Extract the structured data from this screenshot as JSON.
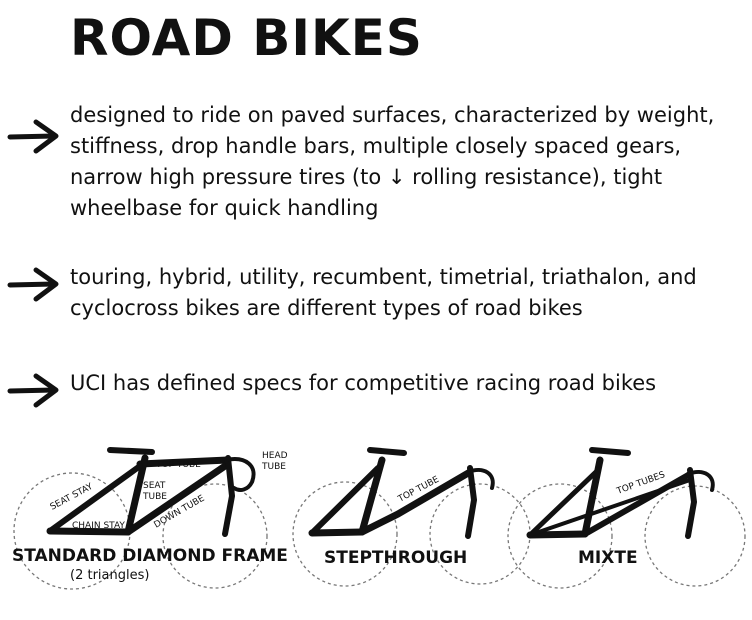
{
  "title": "ROAD BIKES",
  "bullets": [
    {
      "text": "designed to ride on paved surfaces, characterized by weight, stiffness, drop handle bars, multiple closely spaced gears, narrow high pressure tires (to ↓ rolling resistance), tight wheelbase for quick handling"
    },
    {
      "text": "touring, hybrid, utility, recumbent, timetrial, triathalon, and cyclocross bikes are different types of road bikes"
    },
    {
      "text": "UCI has defined specs for competitive racing road bikes"
    }
  ],
  "diagrams": {
    "standard": {
      "caption": "STANDARD DIAMOND FRAME",
      "subcaption": "(2 triangles)",
      "labels": {
        "top_tube": "TOP TUBE",
        "head_tube_1": "HEAD",
        "head_tube_2": "TUBE",
        "seat_tube_1": "SEAT",
        "seat_tube_2": "TUBE",
        "seat_stay": "SEAT STAY",
        "chain_stay": "CHAIN STAY",
        "down_tube": "DOWN TUBE"
      }
    },
    "stepthrough": {
      "caption": "STEPTHROUGH",
      "labels": {
        "top_tube": "TOP TUBE"
      }
    },
    "mixte": {
      "caption": "MIXTE",
      "labels": {
        "top_tubes": "TOP TUBES"
      }
    }
  }
}
